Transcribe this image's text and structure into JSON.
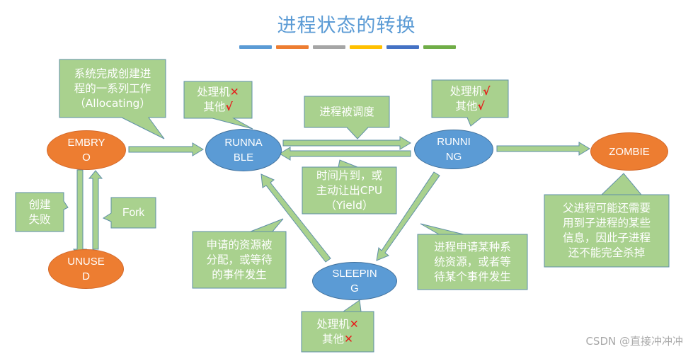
{
  "title": "进程状态的转换",
  "accent_bars": [
    "#5b9bd5",
    "#ed7d31",
    "#a5a5a5",
    "#ffc000",
    "#4472c4",
    "#70ad47"
  ],
  "colors": {
    "callout_fill": "#a9d18e",
    "callout_border": "#41719c",
    "arrow_fill": "#a9d18e",
    "arrow_border": "#5b8c7a",
    "cross_check": "#e81919"
  },
  "nodes": {
    "embryo": {
      "label": "EMBRY\nO"
    },
    "runnable": {
      "label": "RUNNA\nBLE"
    },
    "running": {
      "label": "RUNNI\nNG"
    },
    "zombie": {
      "label": "ZOMBIE"
    },
    "unused": {
      "label": "UNUSE\nD"
    },
    "sleeping": {
      "label": "SLEEPIN\nG"
    }
  },
  "callouts": {
    "allocating": "系统完成创建进\n程的一系列工作\n（Allocating）",
    "runnable_status": {
      "line1": "处理机",
      "mark1": "✕",
      "line2": "其他",
      "mark2": "√"
    },
    "scheduled": "进程被调度",
    "running_status": {
      "line1": "处理机",
      "mark1": "√",
      "line2": "其他",
      "mark2": "√"
    },
    "yield": "时间片到，或\n主动让出CPU\n（Yield）",
    "create_fail": "创建\n失败",
    "fork": "Fork",
    "resource_granted": "申请的资源被\n分配，或等待\n的事件发生",
    "resource_request": "进程申请某种系\n统资源，或者等\n待某个事件发生",
    "sleeping_status": {
      "line1": "处理机",
      "mark1": "✕",
      "line2": "其他",
      "mark2": "✕"
    },
    "zombie_note": "父进程可能还需要\n用到子进程的某些\n信息，因此子进程\n还不能完全杀掉"
  },
  "watermark": "CSDN @直接冲冲冲"
}
